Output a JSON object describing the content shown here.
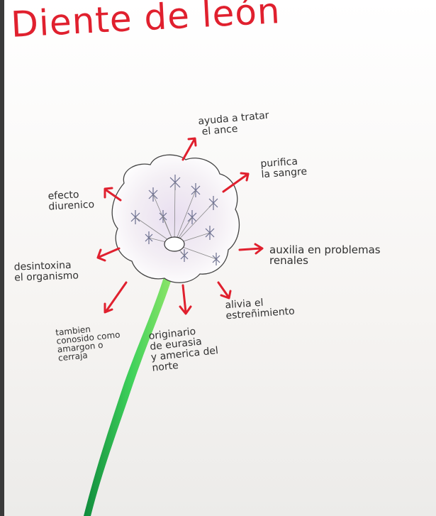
{
  "title": "Diente de león",
  "labels": {
    "cancer": [
      "ayuda a tratar",
      "el ance"
    ],
    "sangre": [
      "purifica",
      "la sangre"
    ],
    "efecto": [
      "efecto",
      "diurenico"
    ],
    "renales": [
      "auxilia en problemas",
      "renales"
    ],
    "desintox": [
      "desintoxina",
      "el organismo"
    ],
    "estren": [
      "alivia el",
      "estreñimiento"
    ],
    "conocido": [
      "tambien",
      "conosido como",
      "amargon o",
      "cerraja"
    ],
    "origen": [
      "originario",
      "de eurasia",
      "y america del",
      "norte"
    ]
  },
  "colors": {
    "accent": "#e0202e",
    "stem": "#2cbf4a",
    "ink": "#303030"
  }
}
